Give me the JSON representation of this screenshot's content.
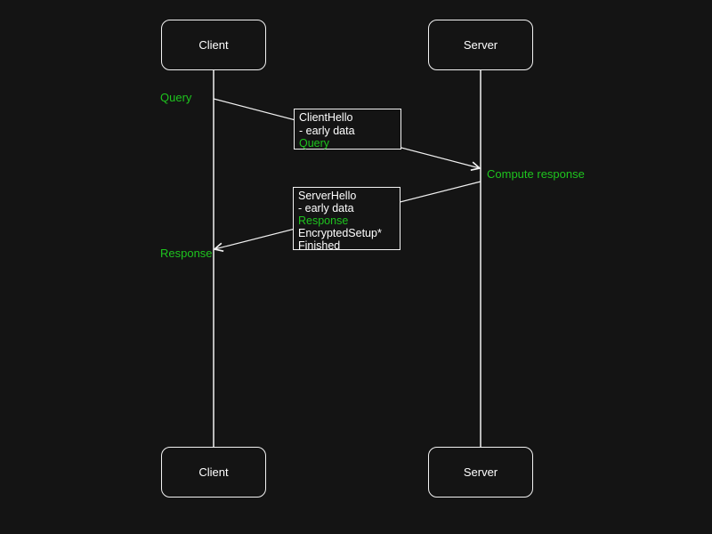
{
  "colors": {
    "background": "#141414",
    "line_stroke": "#f2f2f2",
    "accent_green": "#1ec41e"
  },
  "actors": {
    "client_top": "Client",
    "server_top": "Server",
    "client_bottom": "Client",
    "server_bottom": "Server"
  },
  "annotations": {
    "query": "Query",
    "compute_response": "Compute response",
    "response": "Response"
  },
  "messages": {
    "client_hello": {
      "lines": [
        "ClientHello",
        "- early data",
        "Query"
      ]
    },
    "server_hello": {
      "lines": [
        "ServerHello",
        "- early data",
        "Response",
        "EncryptedSetup*",
        "Finished"
      ]
    }
  }
}
